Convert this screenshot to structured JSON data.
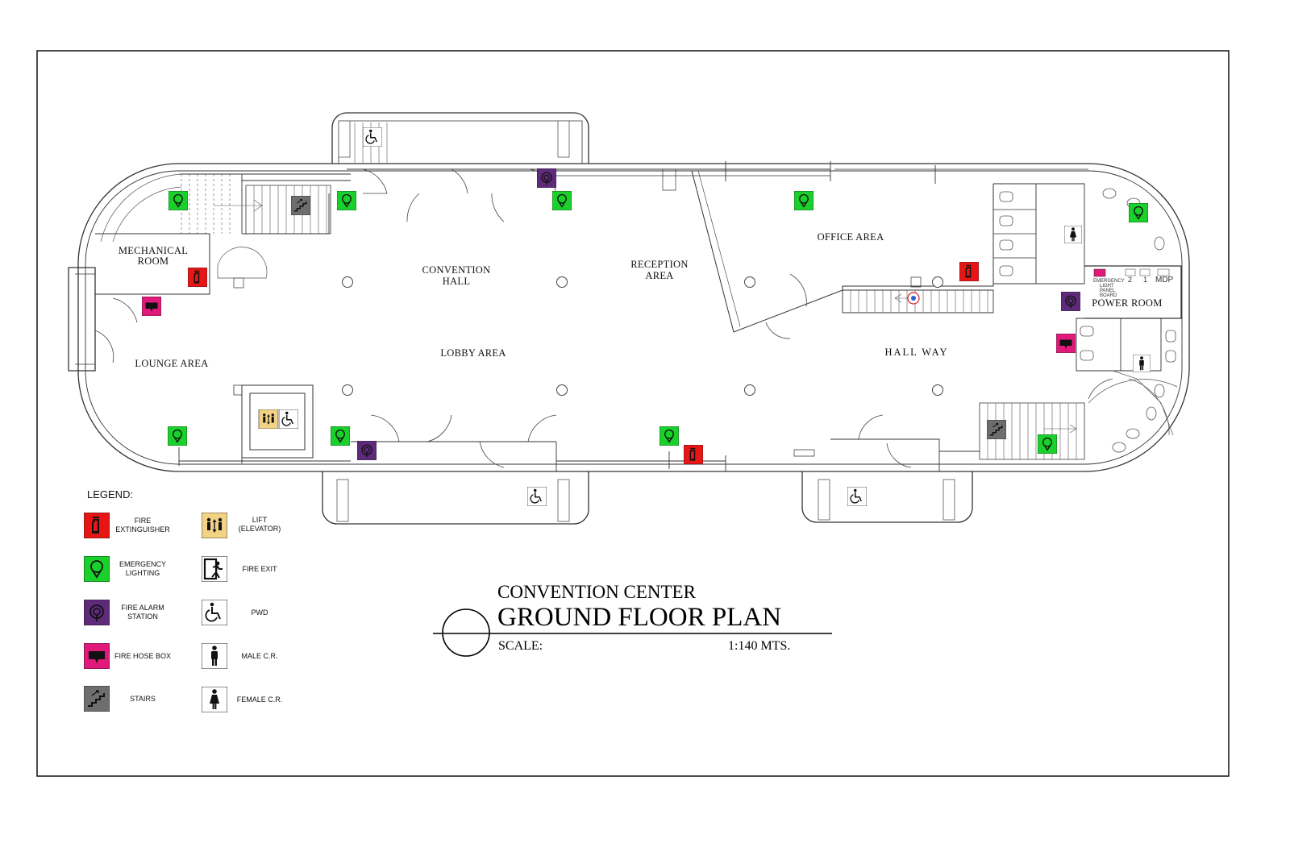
{
  "rooms": {
    "mechanical_1": "MECHANICAL",
    "mechanical_2": "ROOM",
    "convention_1": "CONVENTION",
    "convention_2": "HALL",
    "reception_1": "RECEPTION",
    "reception_2": "AREA",
    "office": "OFFICE AREA",
    "power": "POWER ROOM",
    "lounge": "LOUNGE AREA",
    "lobby": "LOBBY AREA",
    "hallway": "HALL WAY",
    "mdp": "MDP",
    "panel_1": "EMERGENCY",
    "panel_2": "LIGHT",
    "panel_3": "PANEL",
    "panel_4": "BOARD",
    "panel_num_2": "2",
    "panel_num_1": "1"
  },
  "legend": {
    "title": "LEGEND:",
    "fire_extinguisher": [
      "FIRE",
      "EXTINGUISHER"
    ],
    "emergency_lighting": [
      "EMERGENCY",
      "LIGHTING"
    ],
    "fire_alarm": [
      "FIRE ALARM",
      "STATION"
    ],
    "fire_hose": [
      "FIRE HOSE BOX"
    ],
    "stairs": [
      "STAIRS"
    ],
    "lift": [
      "LIFT",
      "(ELEVATOR)"
    ],
    "fire_exit": [
      "FIRE EXIT"
    ],
    "pwd": [
      "PWD"
    ],
    "male": [
      "MALE C.R."
    ],
    "female": [
      "FEMALE C.R."
    ]
  },
  "title_block": {
    "building": "CONVENTION CENTER",
    "drawing": "GROUND FLOOR PLAN",
    "scale_label": "SCALE:",
    "scale_value": "1:140 MTS."
  },
  "colors": {
    "fire_extinguisher": "#e81515",
    "emergency_lighting": "#19d12a",
    "fire_alarm": "#5e2a7a",
    "fire_hose": "#e0197a",
    "stairs": "#6e6e6e",
    "lift": "#f2d386"
  },
  "icons": {
    "fire_extinguisher": "fire-extinguisher-icon",
    "emergency_lighting": "emergency-light-icon",
    "fire_alarm": "fire-alarm-icon",
    "fire_hose": "fire-hose-box-icon",
    "stairs": "stairs-icon",
    "lift": "elevator-icon",
    "fire_exit": "fire-exit-icon",
    "pwd": "wheelchair-icon",
    "male": "male-restroom-icon",
    "female": "female-restroom-icon"
  }
}
